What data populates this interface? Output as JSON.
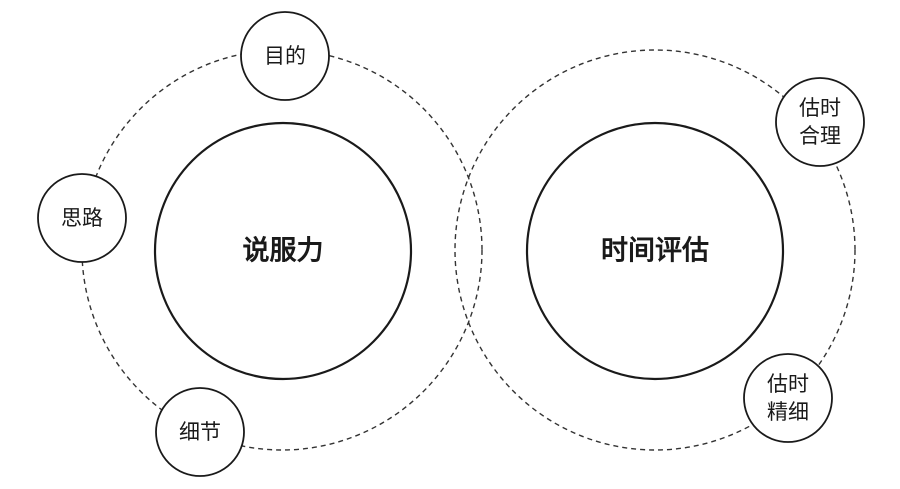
{
  "left_cluster": {
    "center_label": "说服力",
    "nodes": {
      "purpose": {
        "lines": [
          "目的"
        ]
      },
      "approach": {
        "lines": [
          "思路"
        ]
      },
      "details": {
        "lines": [
          "细节"
        ]
      }
    }
  },
  "right_cluster": {
    "center_label": "时间评估",
    "nodes": {
      "reasonable": {
        "lines": [
          "估时",
          "合理"
        ]
      },
      "refined": {
        "lines": [
          "估时",
          "精细"
        ]
      }
    }
  },
  "colors": {
    "stroke": "#1a1a1a",
    "dashed_stroke": "#333333",
    "fill": "#ffffff",
    "text": "#1a1a1a"
  }
}
